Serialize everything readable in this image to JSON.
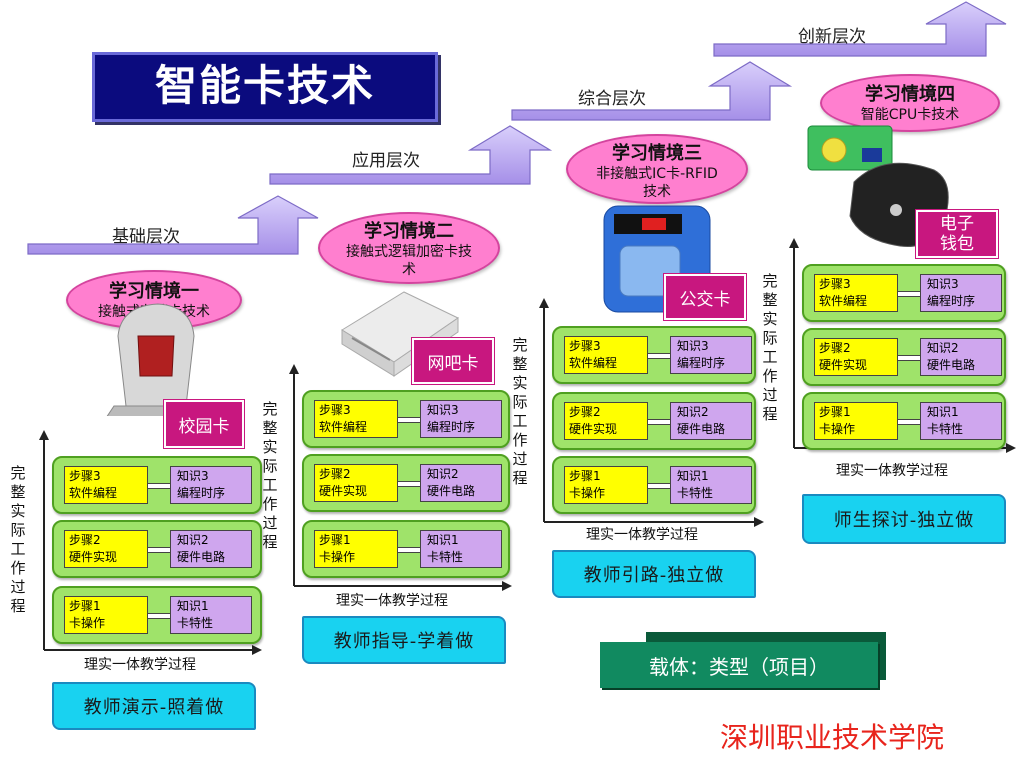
{
  "title": "智能卡技术",
  "levels": [
    "基础层次",
    "应用层次",
    "综合层次",
    "创新层次"
  ],
  "situations": [
    {
      "name": "学习情境一",
      "subtitle": "接触式存储卡技术",
      "card_tag": "校园卡",
      "y_axis_label": "完整实际工作过程",
      "x_axis_label": "理实一体教学过程",
      "rows": [
        {
          "step": [
            "步骤3",
            "软件编程"
          ],
          "knowledge": [
            "知识3",
            "编程时序"
          ]
        },
        {
          "step": [
            "步骤2",
            "硬件实现"
          ],
          "knowledge": [
            "知识2",
            "硬件电路"
          ]
        },
        {
          "step": [
            "步骤1",
            "卡操作"
          ],
          "knowledge": [
            "知识1",
            "卡特性"
          ]
        }
      ],
      "method": "教师演示-照着做"
    },
    {
      "name": "学习情境二",
      "subtitle": "接触式逻辑加密卡技术",
      "card_tag": "网吧卡",
      "y_axis_label": "完整实际工作过程",
      "x_axis_label": "理实一体教学过程",
      "rows": [
        {
          "step": [
            "步骤3",
            "软件编程"
          ],
          "knowledge": [
            "知识3",
            "编程时序"
          ]
        },
        {
          "step": [
            "步骤2",
            "硬件实现"
          ],
          "knowledge": [
            "知识2",
            "硬件电路"
          ]
        },
        {
          "step": [
            "步骤1",
            "卡操作"
          ],
          "knowledge": [
            "知识1",
            "卡特性"
          ]
        }
      ],
      "method": "教师指导-学着做"
    },
    {
      "name": "学习情境三",
      "subtitle": "非接触式IC卡-RFID技术",
      "card_tag": "公交卡",
      "y_axis_label": "完整实际工作过程",
      "x_axis_label": "理实一体教学过程",
      "rows": [
        {
          "step": [
            "步骤3",
            "软件编程"
          ],
          "knowledge": [
            "知识3",
            "编程时序"
          ]
        },
        {
          "step": [
            "步骤2",
            "硬件实现"
          ],
          "knowledge": [
            "知识2",
            "硬件电路"
          ]
        },
        {
          "step": [
            "步骤1",
            "卡操作"
          ],
          "knowledge": [
            "知识1",
            "卡特性"
          ]
        }
      ],
      "method": "教师引路-独立做"
    },
    {
      "name": "学习情境四",
      "subtitle": "智能CPU卡技术",
      "card_tag": "电子钱包",
      "y_axis_label": "完整实际工作过程",
      "x_axis_label": "理实一体教学过程",
      "rows": [
        {
          "step": [
            "步骤3",
            "软件编程"
          ],
          "knowledge": [
            "知识3",
            "编程时序"
          ]
        },
        {
          "step": [
            "步骤2",
            "硬件实现"
          ],
          "knowledge": [
            "知识2",
            "硬件电路"
          ]
        },
        {
          "step": [
            "步骤1",
            "卡操作"
          ],
          "knowledge": [
            "知识1",
            "卡特性"
          ]
        }
      ],
      "method": "师生探讨-独立做"
    }
  ],
  "carrier": "载体：类型（项目）",
  "school": "深圳职业技术学院",
  "colors": {
    "title_bg": "#0b0b7e",
    "stair": "#b9a9f2",
    "bubble": "#ff7fcf",
    "tag": "#c8177f",
    "row": "#9fe36a",
    "step": "#ffff00",
    "knowledge": "#cfa6ee",
    "method": "#19d2f0",
    "carrier": "#118a60",
    "school": "#e8241c"
  }
}
